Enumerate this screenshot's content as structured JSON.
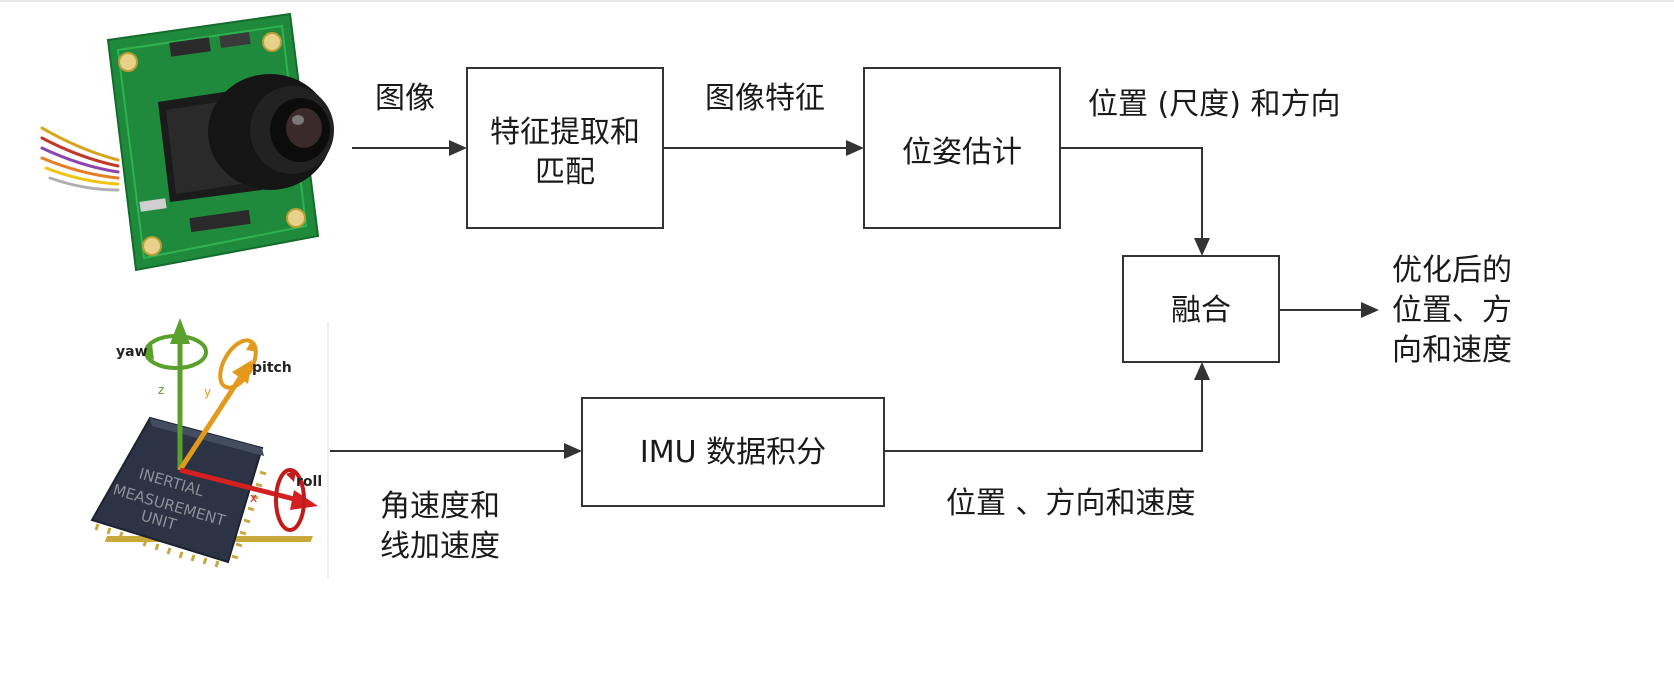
{
  "labels": {
    "image": "图像",
    "feature_box_line1": "特征提取和",
    "feature_box_line2": "匹配",
    "image_features": "图像特征",
    "pose_box": "位姿估计",
    "pos_scale_dir": "位置 (尺度) 和方向",
    "fusion_box": "融合",
    "optimized_line1": "优化后的",
    "optimized_line2": "位置、方",
    "optimized_line3": "向和速度",
    "imu_box": "IMU 数据积分",
    "imu_output": "位置 、方向和速度",
    "imu_input_line1": "角速度和",
    "imu_input_line2": "线加速度"
  },
  "imu_icon": {
    "yaw": "yaw",
    "pitch": "pitch",
    "roll": "roll",
    "z": "z",
    "y": "y",
    "x": "x",
    "chip_line1": "INERTIAL",
    "chip_line2": "MEASUREMENT",
    "chip_line3": "UNIT"
  },
  "colors": {
    "pcb_green": "#1f8a3c",
    "axis_green": "#5aa02c",
    "axis_orange": "#e39a1c",
    "axis_red": "#d42020",
    "chip_body": "#2c3344"
  }
}
